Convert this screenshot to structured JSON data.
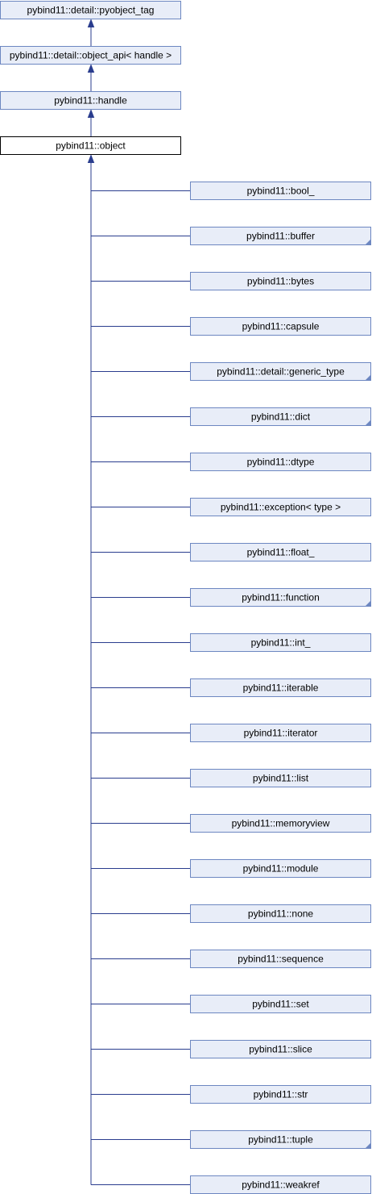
{
  "ancestors": [
    {
      "label": "pybind11::detail::pyobject_tag",
      "has_more": false
    },
    {
      "label": "pybind11::detail::object_api< handle >",
      "has_more": false
    },
    {
      "label": "pybind11::handle",
      "has_more": false
    }
  ],
  "current": {
    "label": "pybind11::object"
  },
  "derived": [
    {
      "label": "pybind11::bool_",
      "has_more": false
    },
    {
      "label": "pybind11::buffer",
      "has_more": true
    },
    {
      "label": "pybind11::bytes",
      "has_more": false
    },
    {
      "label": "pybind11::capsule",
      "has_more": false
    },
    {
      "label": "pybind11::detail::generic_type",
      "has_more": true
    },
    {
      "label": "pybind11::dict",
      "has_more": true
    },
    {
      "label": "pybind11::dtype",
      "has_more": false
    },
    {
      "label": "pybind11::exception< type >",
      "has_more": false
    },
    {
      "label": "pybind11::float_",
      "has_more": false
    },
    {
      "label": "pybind11::function",
      "has_more": true
    },
    {
      "label": "pybind11::int_",
      "has_more": false
    },
    {
      "label": "pybind11::iterable",
      "has_more": false
    },
    {
      "label": "pybind11::iterator",
      "has_more": false
    },
    {
      "label": "pybind11::list",
      "has_more": false
    },
    {
      "label": "pybind11::memoryview",
      "has_more": false
    },
    {
      "label": "pybind11::module",
      "has_more": false
    },
    {
      "label": "pybind11::none",
      "has_more": false
    },
    {
      "label": "pybind11::sequence",
      "has_more": false
    },
    {
      "label": "pybind11::set",
      "has_more": false
    },
    {
      "label": "pybind11::slice",
      "has_more": false
    },
    {
      "label": "pybind11::str",
      "has_more": false
    },
    {
      "label": "pybind11::tuple",
      "has_more": true
    },
    {
      "label": "pybind11::weakref",
      "has_more": false
    }
  ],
  "colors": {
    "node_fill": "#e8edf8",
    "node_border": "#6d87c1",
    "current_fill": "#ffffff",
    "current_border": "#000000",
    "edge": "#2a3d8e"
  }
}
